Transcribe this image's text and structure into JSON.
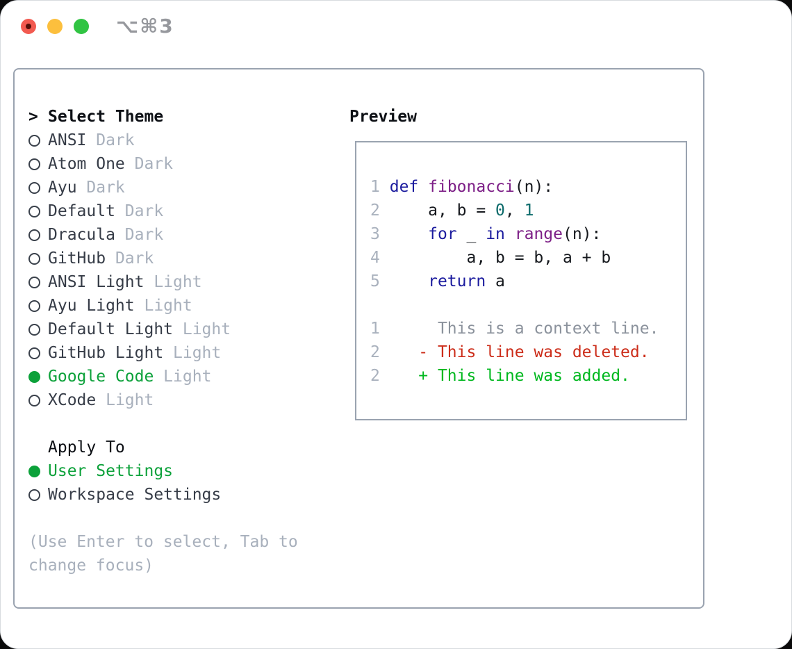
{
  "titlebar": {
    "shortcut": "⌥⌘3",
    "buttons": [
      {
        "name": "close"
      },
      {
        "name": "minimize"
      },
      {
        "name": "maximize"
      }
    ]
  },
  "theme_picker": {
    "header": {
      "prompt": ">",
      "label": "Select Theme"
    },
    "themes": [
      {
        "label": "ANSI",
        "variant": "Dark",
        "selected": false
      },
      {
        "label": "Atom One",
        "variant": "Dark",
        "selected": false
      },
      {
        "label": "Ayu",
        "variant": "Dark",
        "selected": false
      },
      {
        "label": "Default",
        "variant": "Dark",
        "selected": false
      },
      {
        "label": "Dracula",
        "variant": "Dark",
        "selected": false
      },
      {
        "label": "GitHub",
        "variant": "Dark",
        "selected": false
      },
      {
        "label": "ANSI Light",
        "variant": "Light",
        "selected": false
      },
      {
        "label": "Ayu Light",
        "variant": "Light",
        "selected": false
      },
      {
        "label": "Default Light",
        "variant": "Light",
        "selected": false
      },
      {
        "label": "GitHub Light",
        "variant": "Light",
        "selected": false
      },
      {
        "label": "Google Code",
        "variant": "Light",
        "selected": true
      },
      {
        "label": "XCode",
        "variant": "Light",
        "selected": false
      }
    ],
    "apply_to": {
      "header": "Apply To",
      "options": [
        {
          "label": "User Settings",
          "selected": true
        },
        {
          "label": "Workspace Settings",
          "selected": false
        }
      ]
    },
    "hint": "(Use Enter to select, Tab to change focus)"
  },
  "preview": {
    "header": "Preview",
    "lines": [
      {
        "num": "1",
        "segments": [
          {
            "text": "def",
            "style": "kw"
          },
          {
            "text": " ",
            "style": "pl"
          },
          {
            "text": "fibonacci",
            "style": "fn"
          },
          {
            "text": "(n):",
            "style": "pl"
          }
        ]
      },
      {
        "num": "2",
        "segments": [
          {
            "text": "    a, b = ",
            "style": "pl"
          },
          {
            "text": "0",
            "style": "num"
          },
          {
            "text": ", ",
            "style": "pl"
          },
          {
            "text": "1",
            "style": "num"
          }
        ]
      },
      {
        "num": "3",
        "segments": [
          {
            "text": "    ",
            "style": "pl"
          },
          {
            "text": "for",
            "style": "kw"
          },
          {
            "text": " _ ",
            "style": "pl"
          },
          {
            "text": "in",
            "style": "kw"
          },
          {
            "text": " ",
            "style": "pl"
          },
          {
            "text": "range",
            "style": "fn"
          },
          {
            "text": "(n):",
            "style": "pl"
          }
        ]
      },
      {
        "num": "4",
        "segments": [
          {
            "text": "        a, b = b, a + b",
            "style": "pl"
          }
        ]
      },
      {
        "num": "5",
        "segments": [
          {
            "text": "    ",
            "style": "pl"
          },
          {
            "text": "return",
            "style": "kw"
          },
          {
            "text": " a",
            "style": "pl"
          }
        ]
      },
      {
        "num": "",
        "segments": []
      },
      {
        "num": "1",
        "segments": [
          {
            "text": "     This is a context line.",
            "style": "ctx"
          }
        ]
      },
      {
        "num": "2",
        "segments": [
          {
            "text": "   ",
            "style": "pl"
          },
          {
            "text": "- This line was deleted.",
            "style": "del"
          }
        ]
      },
      {
        "num": "2",
        "segments": [
          {
            "text": "   ",
            "style": "pl"
          },
          {
            "text": "+ This line was added.",
            "style": "add"
          }
        ]
      }
    ]
  },
  "colors": {
    "accent_green": "#0ca13a",
    "added_green": "#00b81f",
    "deleted_red": "#cc2d1a",
    "keyword_blue": "#1b1b9e",
    "function_purple": "#7d1f87",
    "number_teal": "#0b6a6a",
    "muted_gray": "#a8b0bc",
    "context_gray": "#8b929c",
    "border_gray": "#9aa3b0",
    "traffic_red": "#f25a50",
    "traffic_yellow": "#fcbf3d",
    "traffic_green": "#31c443"
  }
}
